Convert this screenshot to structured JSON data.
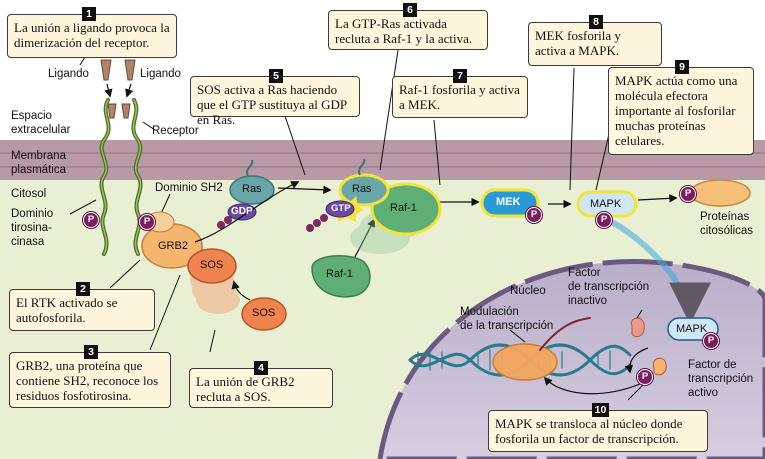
{
  "steps": [
    {
      "n": "1",
      "text": "La unión a ligando provoca la dimerización del receptor."
    },
    {
      "n": "2",
      "text": "El RTK activado se autofosforila."
    },
    {
      "n": "3",
      "text": "GRB2, una proteína que contiene SH2, reconoce los residuos fosfotirosina."
    },
    {
      "n": "4",
      "text": "La unión de GRB2 recluta a SOS."
    },
    {
      "n": "5",
      "text": "SOS activa a Ras haciendo que el GTP sustituya al GDP en Ras."
    },
    {
      "n": "6",
      "text": "La GTP-Ras activada recluta a Raf-1 y la activa."
    },
    {
      "n": "7",
      "text": "Raf-1 fosforila y activa a MEK."
    },
    {
      "n": "8",
      "text": "MEK fosforila y activa a MAPK."
    },
    {
      "n": "9",
      "text": "MAPK actúa como una molécula efectora importante al fosforilar muchas proteínas celulares."
    },
    {
      "n": "10",
      "text": "MAPK se transloca al núcleo donde fosforila un factor de transcripción."
    }
  ],
  "labels": {
    "ligando_left": "Ligando",
    "ligando_right": "Ligando",
    "espacio": "Espacio\nextracelular",
    "membrana": "Membrana\nplasmática",
    "citosol": "Citosol",
    "dominio_tk": "Dominio\ntirosina-\ncinasa",
    "receptor": "Receptor",
    "dominio_sh2": "Dominio SH2",
    "nucleo": "Núcleo",
    "factor_inactivo": "Factor\nde transcripción\ninactivo",
    "factor_activo": "Factor de\ntranscripción\nactivo",
    "modulacion": "Modulación\nde la transcripción",
    "proteinas": "Proteínas\ncitosólicas"
  },
  "molecules": {
    "grb2": "GRB2",
    "sos": "SOS",
    "sos_free": "SOS",
    "ras": "Ras",
    "gdp": "GDP",
    "ras_active": "Ras",
    "gtp": "GTP",
    "raf_active": "Raf-1",
    "raf_free": "Raf-1",
    "mek": "MEK",
    "mapk": "MAPK",
    "mapk_nuclear": "MAPK",
    "phospho": "P"
  }
}
